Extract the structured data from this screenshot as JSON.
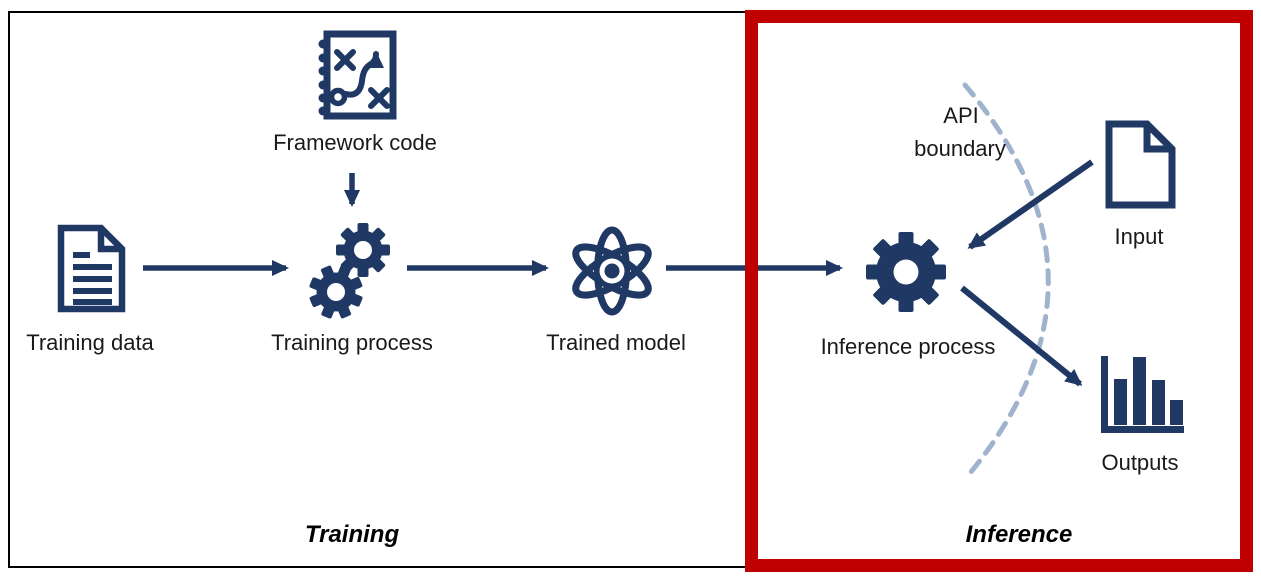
{
  "colors": {
    "navy": "#1f3864",
    "arc_blue": "#9fb3ce",
    "highlight_red": "#c00000",
    "text_dark": "#1a1a1a",
    "border_black": "#000000",
    "background": "#ffffff"
  },
  "sections": {
    "training_label": "Training",
    "inference_label": "Inference"
  },
  "nodes": {
    "framework_code": {
      "label": "Framework code",
      "icon": "strategy-notebook-icon"
    },
    "training_data": {
      "label": "Training data",
      "icon": "document-text-icon"
    },
    "training_process": {
      "label": "Training process",
      "icon": "double-gears-icon"
    },
    "trained_model": {
      "label": "Trained model",
      "icon": "atom-icon"
    },
    "inference_process": {
      "label": "Inference process",
      "icon": "gear-icon"
    },
    "input": {
      "label": "Input",
      "icon": "blank-document-icon"
    },
    "outputs": {
      "label": "Outputs",
      "icon": "bar-chart-icon"
    }
  },
  "annotations": {
    "api_boundary_line1": "API",
    "api_boundary_line2": "boundary"
  }
}
